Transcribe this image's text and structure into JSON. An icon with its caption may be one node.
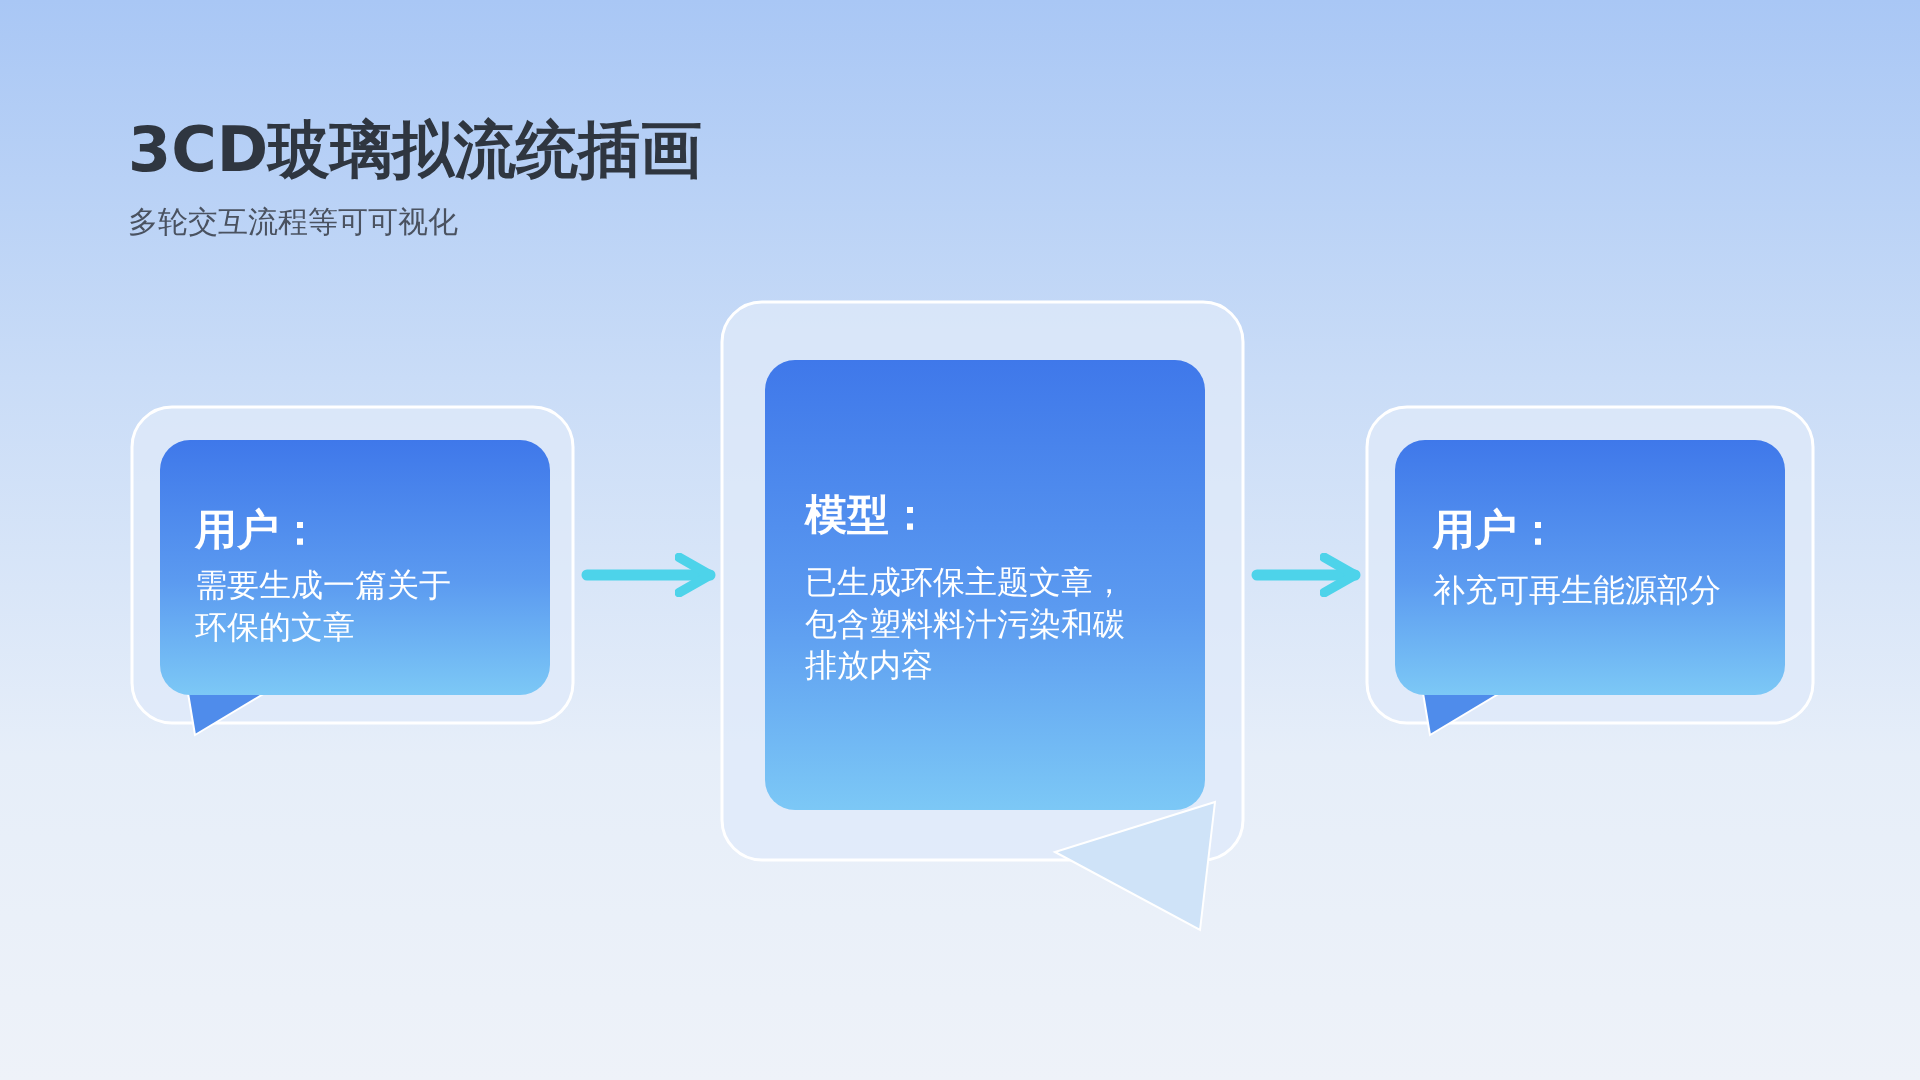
{
  "diagram": {
    "title": "3CD玻璃拟流统插画",
    "caption": "多轮交互流程等可可视化",
    "nodes": [
      {
        "text": [
          "用户：",
          "需要生成一篇关于环保的文章"
        ]
      },
      {
        "text": [
          "模型：",
          "已生成环保主题文章，包含塑料料汁污染和碳排放内容"
        ]
      },
      {
        "text": [
          "用户：",
          "补充可再生能源部分"
        ]
      }
    ],
    "edges": [
      {
        "from": 0,
        "to": 1,
        "arrow": "to"
      },
      {
        "from": 1,
        "to": 2,
        "arrow": "to"
      }
    ]
  }
}
